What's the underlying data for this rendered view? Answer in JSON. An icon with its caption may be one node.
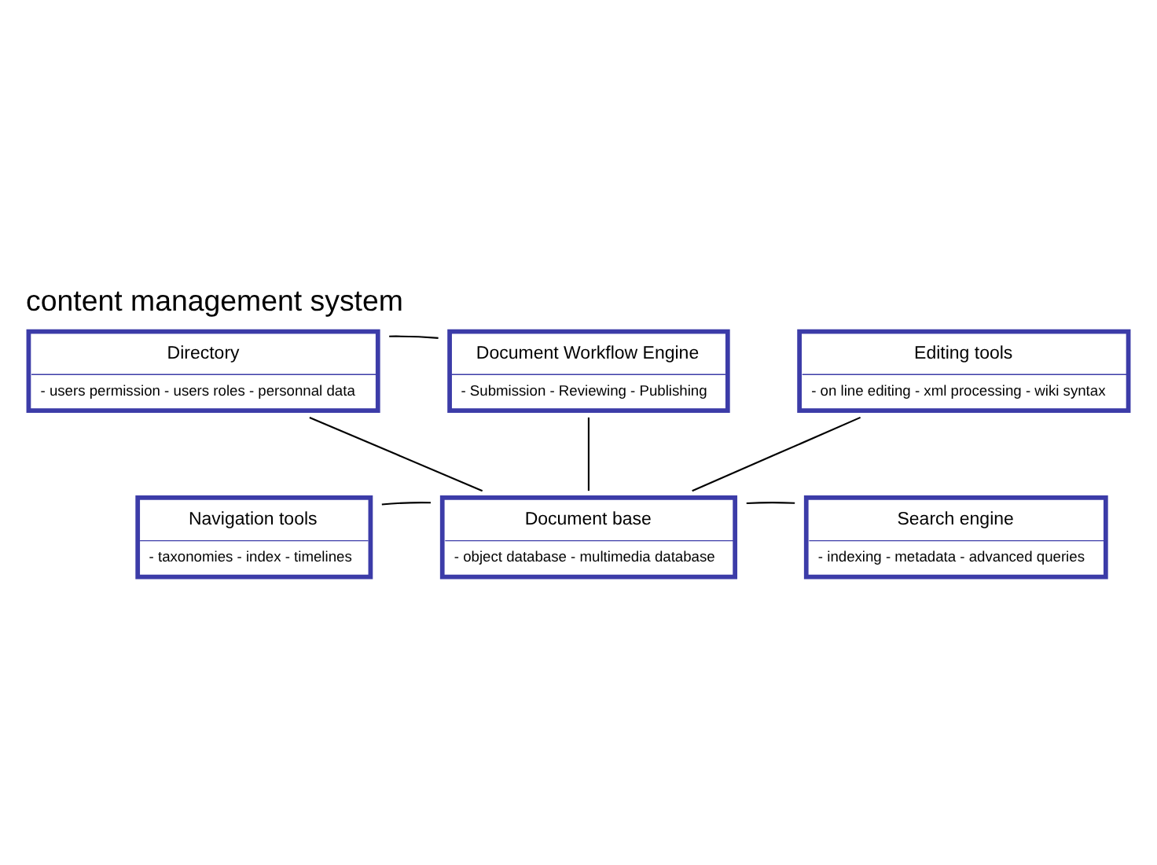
{
  "diagram": {
    "title": "content management system",
    "nodes": [
      {
        "text": [
          "Directory",
          "- users permission - users roles - personnal data"
        ]
      },
      {
        "text": [
          "Document Workflow Engine",
          "- Submission - Reviewing - Publishing"
        ]
      },
      {
        "text": [
          "Editing tools",
          "- on line editing - xml processing - wiki syntax"
        ]
      },
      {
        "text": [
          "Navigation tools",
          "- taxonomies - index - timelines"
        ]
      },
      {
        "text": [
          "Document base",
          "- object database - multimedia database"
        ]
      },
      {
        "text": [
          "Search engine",
          "- indexing - metadata - advanced queries"
        ]
      }
    ],
    "edges": [
      {
        "from": 0,
        "to": 1,
        "arrow": "none"
      },
      {
        "from": 0,
        "to": 4,
        "arrow": "none"
      },
      {
        "from": 1,
        "to": 4,
        "arrow": "none"
      },
      {
        "from": 2,
        "to": 4,
        "arrow": "none"
      },
      {
        "from": 3,
        "to": 4,
        "arrow": "none"
      },
      {
        "from": 4,
        "to": 5,
        "arrow": "none"
      }
    ]
  }
}
